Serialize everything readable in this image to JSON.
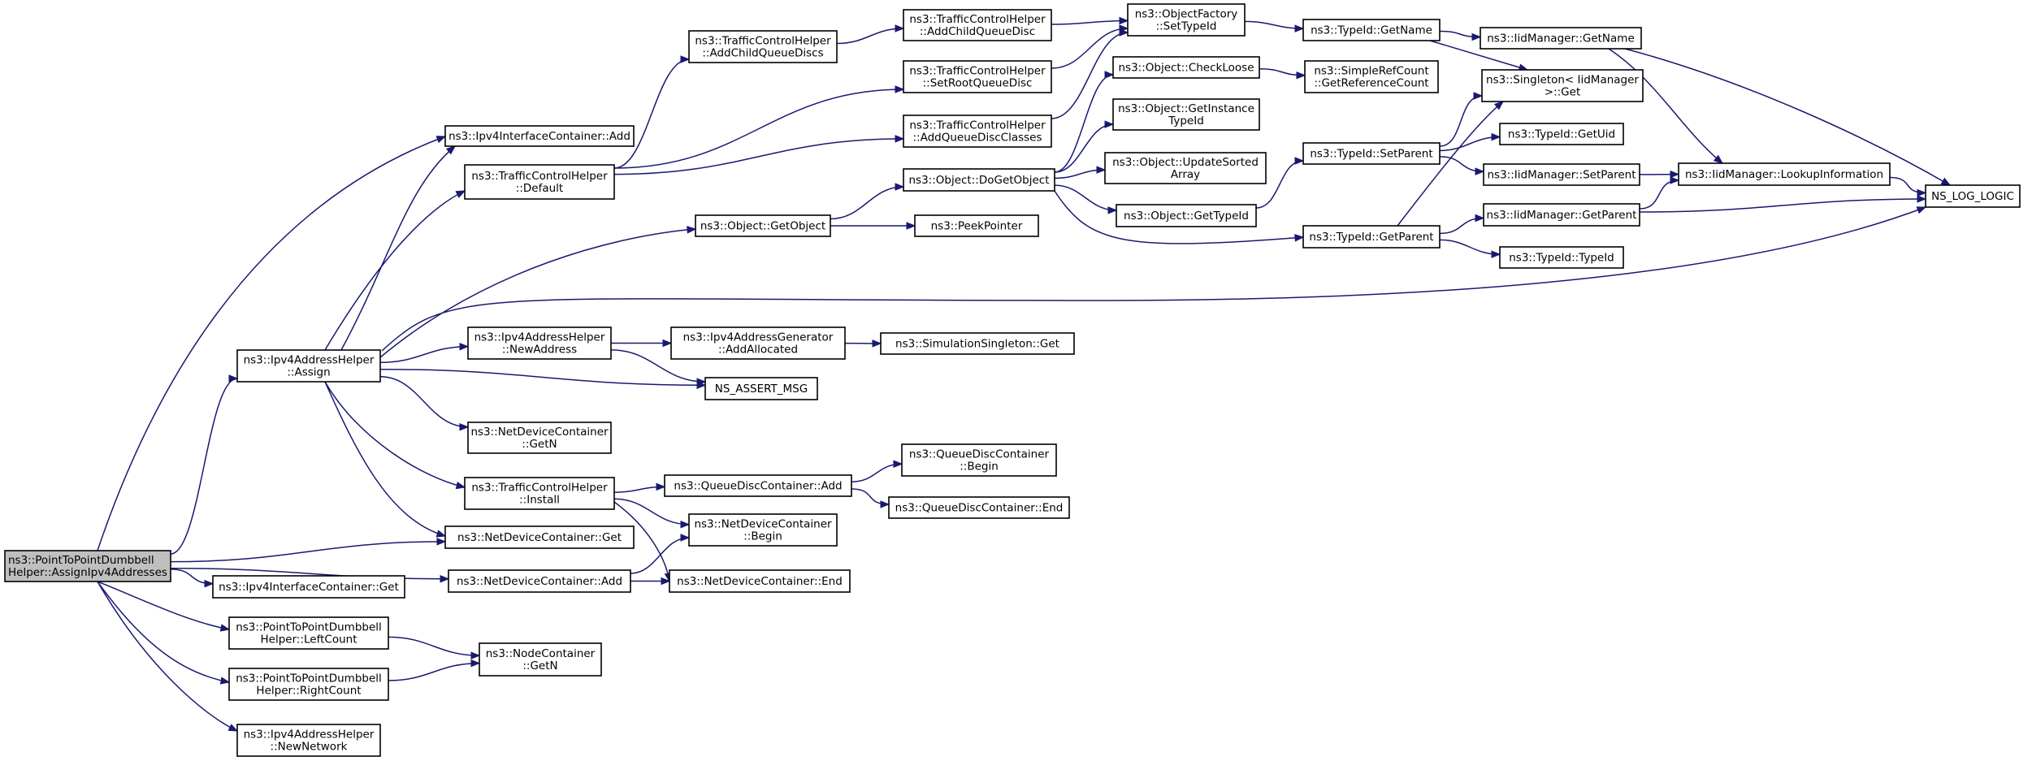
{
  "diagram": {
    "title": "",
    "colors": {
      "edge": "#191970",
      "root_fill": "#bfbfbf",
      "node_fill": "#ffffff",
      "node_stroke": "#000000"
    },
    "nodes": [
      {
        "id": "root",
        "lines": [
          "ns3::PointToPointDumbbell",
          "Helper::AssignIpv4Addresses"
        ]
      },
      {
        "id": "ipv4ic_add",
        "lines": [
          "ns3::Ipv4InterfaceContainer::Add"
        ]
      },
      {
        "id": "tch_default",
        "lines": [
          "ns3::TrafficControlHelper",
          "::Default"
        ]
      },
      {
        "id": "ipv4ah_assign",
        "lines": [
          "ns3::Ipv4AddressHelper",
          "::Assign"
        ]
      },
      {
        "id": "ipv4ah_newaddress",
        "lines": [
          "ns3::Ipv4AddressHelper",
          "::NewAddress"
        ]
      },
      {
        "id": "ndc_getn",
        "lines": [
          "ns3::NetDeviceContainer",
          "::GetN"
        ]
      },
      {
        "id": "tch_install",
        "lines": [
          "ns3::TrafficControlHelper",
          "::Install"
        ]
      },
      {
        "id": "ndc_get",
        "lines": [
          "ns3::NetDeviceContainer::Get"
        ]
      },
      {
        "id": "ndc_add",
        "lines": [
          "ns3::NetDeviceContainer::Add"
        ]
      },
      {
        "id": "ipv4ic_get",
        "lines": [
          "ns3::Ipv4InterfaceContainer::Get"
        ]
      },
      {
        "id": "p2p_leftcount",
        "lines": [
          "ns3::PointToPointDumbbell",
          "Helper::LeftCount"
        ]
      },
      {
        "id": "p2p_rightcount",
        "lines": [
          "ns3::PointToPointDumbbell",
          "Helper::RightCount"
        ]
      },
      {
        "id": "ipv4ah_newnetwork",
        "lines": [
          "ns3::Ipv4AddressHelper",
          "::NewNetwork"
        ]
      },
      {
        "id": "nc_getn",
        "lines": [
          "ns3::NodeContainer",
          "::GetN"
        ]
      },
      {
        "id": "tch_addchildqueuediscs",
        "lines": [
          "ns3::TrafficControlHelper",
          "::AddChildQueueDiscs"
        ]
      },
      {
        "id": "tch_addchildqueuedisc",
        "lines": [
          "ns3::TrafficControlHelper",
          "::AddChildQueueDisc"
        ]
      },
      {
        "id": "tch_setrootqueuedisc",
        "lines": [
          "ns3::TrafficControlHelper",
          "::SetRootQueueDisc"
        ]
      },
      {
        "id": "tch_addqueuediscclasses",
        "lines": [
          "ns3::TrafficControlHelper",
          "::AddQueueDiscClasses"
        ]
      },
      {
        "id": "obj_getobject",
        "lines": [
          "ns3::Object::GetObject"
        ]
      },
      {
        "id": "obj_dogetobject",
        "lines": [
          "ns3::Object::DoGetObject"
        ]
      },
      {
        "id": "peekpointer",
        "lines": [
          "ns3::PeekPointer"
        ]
      },
      {
        "id": "ipv4ag_addallocated",
        "lines": [
          "ns3::Ipv4AddressGenerator",
          "::AddAllocated"
        ]
      },
      {
        "id": "ns_assert_msg",
        "lines": [
          "NS_ASSERT_MSG"
        ]
      },
      {
        "id": "qdc_add",
        "lines": [
          "ns3::QueueDiscContainer::Add"
        ]
      },
      {
        "id": "ndc_begin",
        "lines": [
          "ns3::NetDeviceContainer",
          "::Begin"
        ]
      },
      {
        "id": "ndc_end",
        "lines": [
          "ns3::NetDeviceContainer::End"
        ]
      },
      {
        "id": "simsingleton_get",
        "lines": [
          "ns3::SimulationSingleton::Get"
        ]
      },
      {
        "id": "qdc_begin",
        "lines": [
          "ns3::QueueDiscContainer",
          "::Begin"
        ]
      },
      {
        "id": "qdc_end",
        "lines": [
          "ns3::QueueDiscContainer::End"
        ]
      },
      {
        "id": "of_settypeid",
        "lines": [
          "ns3::ObjectFactory",
          "::SetTypeId"
        ]
      },
      {
        "id": "obj_checkloose",
        "lines": [
          "ns3::Object::CheckLoose"
        ]
      },
      {
        "id": "obj_getinstancetypeid",
        "lines": [
          "ns3::Object::GetInstance",
          "TypeId"
        ]
      },
      {
        "id": "obj_updatesortedarray",
        "lines": [
          "ns3::Object::UpdateSorted",
          "Array"
        ]
      },
      {
        "id": "obj_gettypeid",
        "lines": [
          "ns3::Object::GetTypeId"
        ]
      },
      {
        "id": "typeid_getname",
        "lines": [
          "ns3::TypeId::GetName"
        ]
      },
      {
        "id": "src_getreferencecount",
        "lines": [
          "ns3::SimpleRefCount",
          "::GetReferenceCount"
        ]
      },
      {
        "id": "typeid_setparent",
        "lines": [
          "ns3::TypeId::SetParent"
        ]
      },
      {
        "id": "typeid_getparent",
        "lines": [
          "ns3::TypeId::GetParent"
        ]
      },
      {
        "id": "iidm_getname",
        "lines": [
          "ns3::IidManager::GetName"
        ]
      },
      {
        "id": "singleton_get",
        "lines": [
          "ns3::Singleton< IidManager",
          " >::Get"
        ]
      },
      {
        "id": "typeid_getuid",
        "lines": [
          "ns3::TypeId::GetUid"
        ]
      },
      {
        "id": "iidm_setparent",
        "lines": [
          "ns3::IidManager::SetParent"
        ]
      },
      {
        "id": "iidm_getparent",
        "lines": [
          "ns3::IidManager::GetParent"
        ]
      },
      {
        "id": "typeid_typeid",
        "lines": [
          "ns3::TypeId::TypeId"
        ]
      },
      {
        "id": "iidm_lookupinformation",
        "lines": [
          "ns3::IidManager::LookupInformation"
        ]
      },
      {
        "id": "ns_log_logic",
        "lines": [
          "NS_LOG_LOGIC"
        ]
      }
    ],
    "edges": [
      [
        "root",
        "ipv4ic_add"
      ],
      [
        "root",
        "ipv4ah_assign"
      ],
      [
        "root",
        "ndc_get"
      ],
      [
        "root",
        "ndc_add"
      ],
      [
        "root",
        "ipv4ic_get"
      ],
      [
        "root",
        "p2p_leftcount"
      ],
      [
        "root",
        "p2p_rightcount"
      ],
      [
        "root",
        "ipv4ah_newnetwork"
      ],
      [
        "ipv4ah_assign",
        "ipv4ic_add"
      ],
      [
        "ipv4ah_assign",
        "tch_default"
      ],
      [
        "ipv4ah_assign",
        "obj_getobject"
      ],
      [
        "ipv4ah_assign",
        "ipv4ah_newaddress"
      ],
      [
        "ipv4ah_assign",
        "ns_assert_msg"
      ],
      [
        "ipv4ah_assign",
        "ndc_getn"
      ],
      [
        "ipv4ah_assign",
        "tch_install"
      ],
      [
        "ipv4ah_assign",
        "ndc_get"
      ],
      [
        "ipv4ah_assign",
        "ns_log_logic"
      ],
      [
        "tch_default",
        "tch_addchildqueuediscs"
      ],
      [
        "tch_default",
        "tch_setrootqueuedisc"
      ],
      [
        "tch_default",
        "tch_addqueuediscclasses"
      ],
      [
        "tch_addchildqueuediscs",
        "tch_addchildqueuedisc"
      ],
      [
        "tch_addchildqueuedisc",
        "of_settypeid"
      ],
      [
        "tch_setrootqueuedisc",
        "of_settypeid"
      ],
      [
        "tch_addqueuediscclasses",
        "of_settypeid"
      ],
      [
        "of_settypeid",
        "typeid_getname"
      ],
      [
        "typeid_getname",
        "iidm_getname"
      ],
      [
        "typeid_getname",
        "singleton_get"
      ],
      [
        "iidm_getname",
        "iidm_lookupinformation"
      ],
      [
        "iidm_getname",
        "ns_log_logic"
      ],
      [
        "obj_getobject",
        "obj_dogetobject"
      ],
      [
        "obj_getobject",
        "peekpointer"
      ],
      [
        "obj_dogetobject",
        "obj_checkloose"
      ],
      [
        "obj_dogetobject",
        "obj_getinstancetypeid"
      ],
      [
        "obj_dogetobject",
        "obj_updatesortedarray"
      ],
      [
        "obj_dogetobject",
        "obj_gettypeid"
      ],
      [
        "obj_dogetobject",
        "typeid_getparent"
      ],
      [
        "obj_checkloose",
        "src_getreferencecount"
      ],
      [
        "obj_gettypeid",
        "typeid_setparent"
      ],
      [
        "typeid_setparent",
        "singleton_get"
      ],
      [
        "typeid_setparent",
        "typeid_getuid"
      ],
      [
        "typeid_setparent",
        "iidm_setparent"
      ],
      [
        "iidm_setparent",
        "iidm_lookupinformation"
      ],
      [
        "typeid_getparent",
        "singleton_get"
      ],
      [
        "typeid_getparent",
        "iidm_getparent"
      ],
      [
        "typeid_getparent",
        "typeid_typeid"
      ],
      [
        "iidm_getparent",
        "iidm_lookupinformation"
      ],
      [
        "iidm_getparent",
        "ns_log_logic"
      ],
      [
        "iidm_lookupinformation",
        "ns_log_logic"
      ],
      [
        "ipv4ah_newaddress",
        "ipv4ag_addallocated"
      ],
      [
        "ipv4ah_newaddress",
        "ns_assert_msg"
      ],
      [
        "ipv4ag_addallocated",
        "simsingleton_get"
      ],
      [
        "tch_install",
        "qdc_add"
      ],
      [
        "tch_install",
        "ndc_begin"
      ],
      [
        "tch_install",
        "ndc_end"
      ],
      [
        "qdc_add",
        "qdc_begin"
      ],
      [
        "qdc_add",
        "qdc_end"
      ],
      [
        "ndc_add",
        "ndc_begin"
      ],
      [
        "ndc_add",
        "ndc_end"
      ],
      [
        "p2p_leftcount",
        "nc_getn"
      ],
      [
        "p2p_rightcount",
        "nc_getn"
      ]
    ]
  }
}
